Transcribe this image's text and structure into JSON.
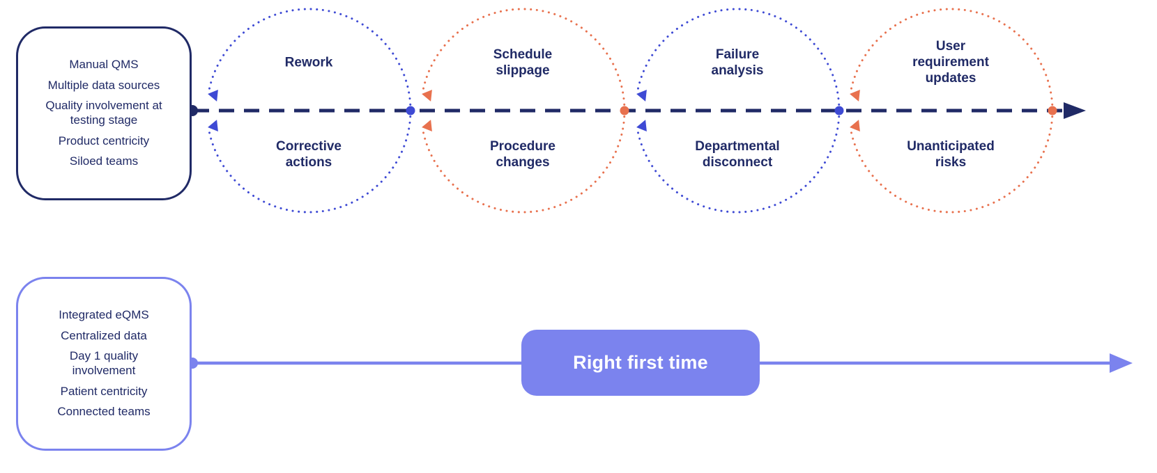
{
  "diagram": {
    "top_flow": {
      "box_items": [
        "Manual QMS",
        "Multiple data sources",
        "Quality involvement at testing stage",
        "Product centricity",
        "Siloed teams"
      ],
      "circles": [
        {
          "top_label": "Rework",
          "bottom_label": "Corrective actions",
          "color_name": "blue"
        },
        {
          "top_label": "Schedule slippage",
          "bottom_label": "Procedure changes",
          "color_name": "orange"
        },
        {
          "top_label": "Failure analysis",
          "bottom_label": "Departmental disconnect",
          "color_name": "blue"
        },
        {
          "top_label": "User requirement updates",
          "bottom_label": "Unanticipated risks",
          "color_name": "orange"
        }
      ]
    },
    "bottom_flow": {
      "box_items": [
        "Integrated eQMS",
        "Centralized data",
        "Day 1 quality involvement",
        "Patient centricity",
        "Connected teams"
      ],
      "pill_label": "Right first time"
    }
  },
  "colors": {
    "navy": "#202A66",
    "blue": "#3E4AD4",
    "orange": "#E8714E",
    "periwinkle": "#7B83EE",
    "background": "#FFFFFF",
    "pill_text": "#FFFFFF"
  },
  "icons": {
    "timeline_arrowhead": "filled-right-triangle",
    "cycle_arrowhead": "filled-triangle",
    "junction_dot": "filled-circle"
  }
}
